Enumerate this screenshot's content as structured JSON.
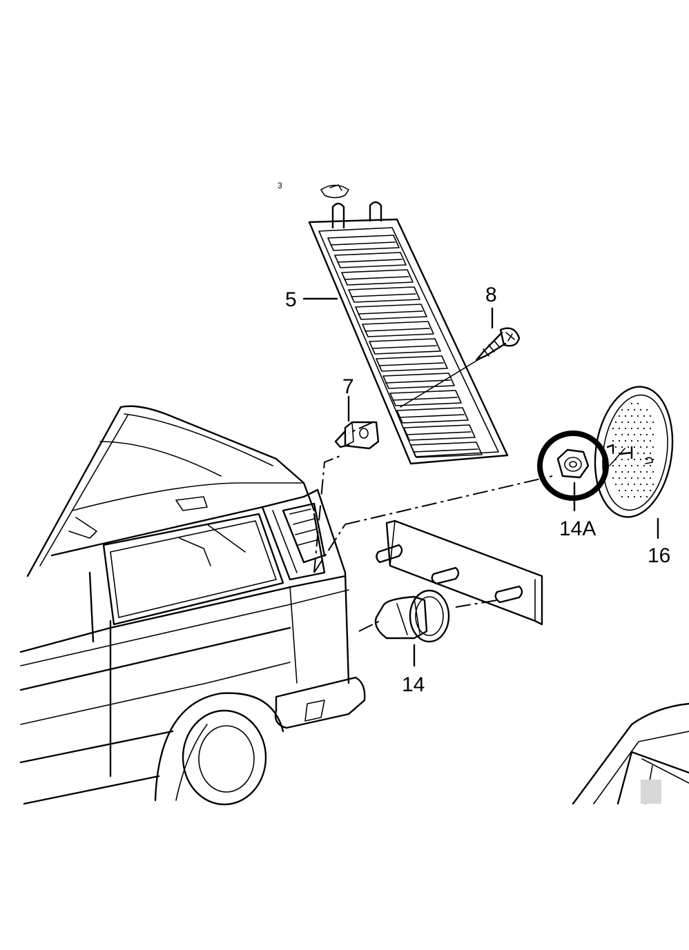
{
  "callouts": {
    "part_5": "5",
    "part_7": "7",
    "part_8": "8",
    "part_14": "14",
    "part_14a": "14A",
    "part_16": "16",
    "top_mark": "3"
  },
  "highlight": {
    "target": "14A",
    "color": "#000000"
  }
}
